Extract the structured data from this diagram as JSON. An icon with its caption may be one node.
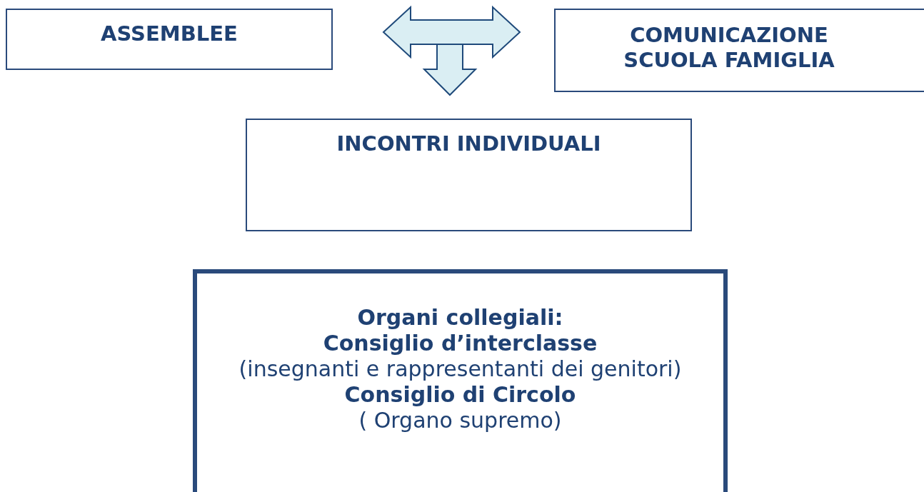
{
  "diagram": {
    "nodes": [
      {
        "text": [
          "ASSEMBLEE"
        ]
      },
      {
        "text": [
          "COMUNICAZIONE SCUOLA FAMIGLIA"
        ]
      },
      {
        "text": [
          "INCONTRI INDIVIDUALI"
        ]
      },
      {
        "text": [
          "Organi collegiali:",
          "Consiglio d’interclasse",
          "(insegnanti e rappresentanti dei genitori)",
          "Consiglio di Circolo",
          "( Organo supremo)"
        ]
      }
    ],
    "edges": [
      {
        "from": 0,
        "to": 1,
        "arrow": "both"
      },
      {
        "from": null,
        "to": 2,
        "arrow": "to"
      }
    ]
  }
}
